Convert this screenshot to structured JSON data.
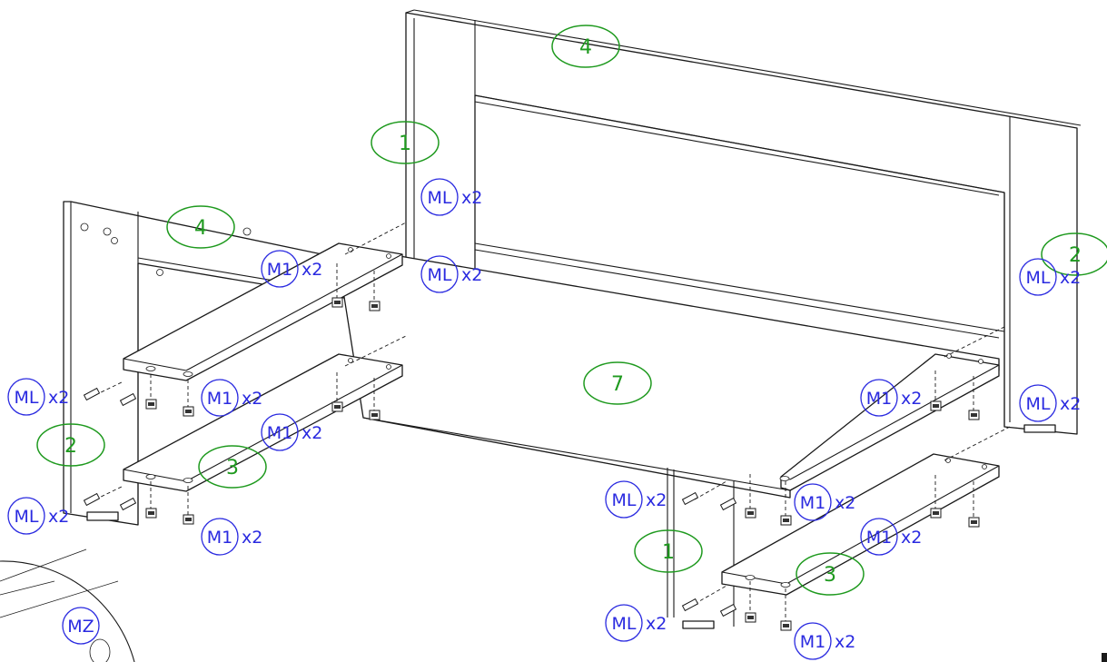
{
  "colors": {
    "part_label": "#1f9a1f",
    "hardware_label": "#2a2ae0",
    "line": "#1a1a1a"
  },
  "part_labels": [
    "4",
    "1",
    "4",
    "2",
    "7",
    "2",
    "3",
    "1",
    "3"
  ],
  "hardware_callouts": [
    {
      "code": "ML",
      "qty": "x2"
    },
    {
      "code": "ML",
      "qty": "x2"
    },
    {
      "code": "M1",
      "qty": "x2"
    },
    {
      "code": "ML",
      "qty": "x2"
    },
    {
      "code": "M1",
      "qty": "x2"
    },
    {
      "code": "M1",
      "qty": "x2"
    },
    {
      "code": "M1",
      "qty": "x2"
    },
    {
      "code": "ML",
      "qty": "x2"
    },
    {
      "code": "ML",
      "qty": "x2"
    },
    {
      "code": "M1",
      "qty": "x2"
    },
    {
      "code": "ML",
      "qty": "x2"
    },
    {
      "code": "M1",
      "qty": "x2"
    },
    {
      "code": "M1",
      "qty": "x2"
    },
    {
      "code": "ML",
      "qty": "x2"
    },
    {
      "code": "M1",
      "qty": "x2"
    }
  ],
  "detail_callout": {
    "code": "MZ"
  }
}
